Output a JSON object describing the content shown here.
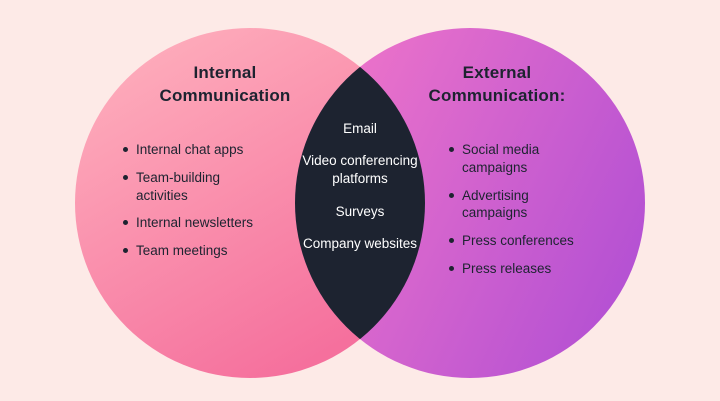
{
  "colors": {
    "background": "#fdeae7",
    "internal_circle_start": "#ffb4bf",
    "internal_circle_end": "#f5709d",
    "external_circle_start": "#ee74c9",
    "external_circle_end": "#b04ed4",
    "overlap": "#1d2330",
    "text_dark": "#1d2330",
    "text_light": "#ffffff"
  },
  "venn": {
    "internal": {
      "title": "Internal Communication",
      "items": [
        "Internal chat apps",
        "Team-building activities",
        "Internal newsletters",
        "Team meetings"
      ]
    },
    "overlap": {
      "items": [
        "Email",
        "Video conferencing platforms",
        "Surveys",
        "Company websites"
      ]
    },
    "external": {
      "title": "External Communication:",
      "items": [
        "Social media campaigns",
        "Advertising campaigns",
        "Press conferences",
        "Press releases"
      ]
    }
  }
}
